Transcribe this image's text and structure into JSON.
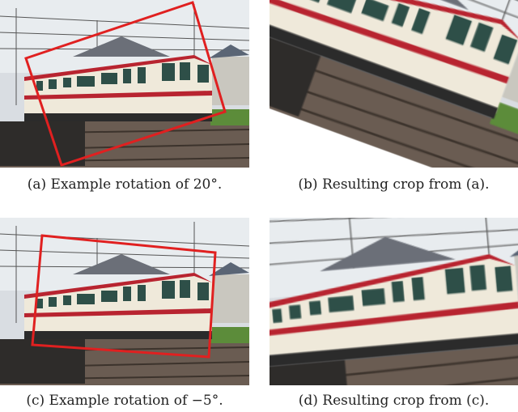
{
  "figure": {
    "panels": [
      {
        "id": "a",
        "caption": "(a) Example rotation of 20°.",
        "rotation_deg": 20,
        "overlay_color": "#e02020"
      },
      {
        "id": "b",
        "caption": "(b) Resulting crop from (a)."
      },
      {
        "id": "c",
        "caption": "(c) Example rotation of −5°.",
        "rotation_deg": -5,
        "overlay_color": "#e02020"
      },
      {
        "id": "d",
        "caption": "(d) Resulting crop from (c)."
      }
    ]
  }
}
